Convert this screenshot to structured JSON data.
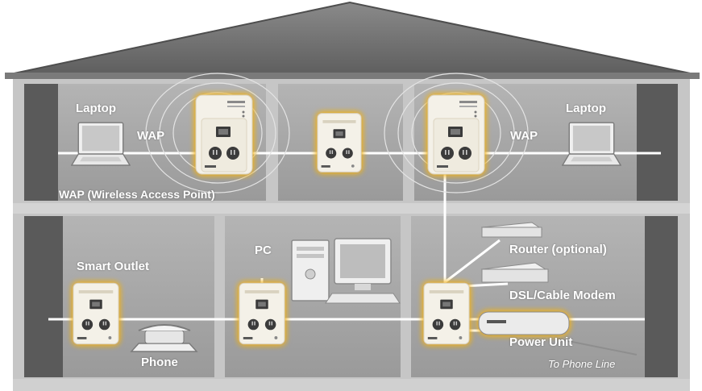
{
  "labels": {
    "laptop_left": "Laptop",
    "laptop_right": "Laptop",
    "wap_left": "WAP",
    "wap_right": "WAP",
    "wap_caption": "WAP (Wireless Access Point)",
    "smart_outlet": "Smart Outlet",
    "pc": "PC",
    "phone": "Phone",
    "router": "Router (optional)",
    "modem": "DSL/Cable Modem",
    "power_unit": "Power Unit",
    "phone_line": "To Phone Line"
  },
  "colors": {
    "roof": "#6e6e6e",
    "wall": "#c9c9c9",
    "room": "#a5a5a5",
    "room_dark": "#595959",
    "wire": "#ffffff",
    "glow": "#f2b21c",
    "device": "#f4f1e8"
  }
}
